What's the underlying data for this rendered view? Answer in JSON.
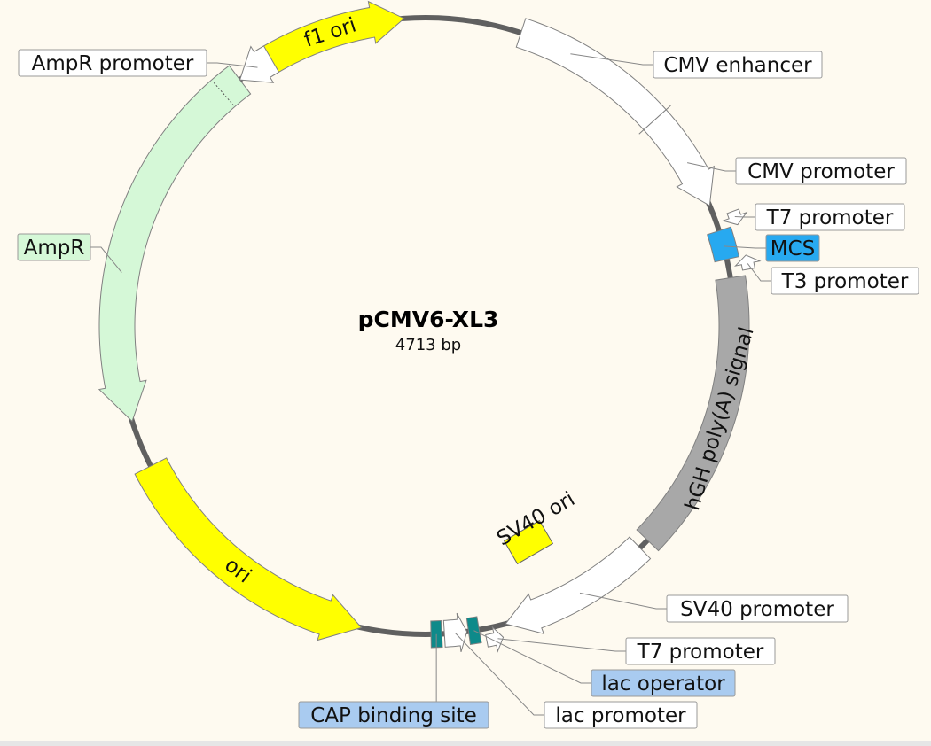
{
  "plasmid": {
    "name": "pCMV6-XL3",
    "size_text": "4713 bp",
    "length": 4713
  },
  "colors": {
    "background": "#fefaf0",
    "backbone": "#606060",
    "yellow": "#ffff00",
    "white": "#ffffff",
    "light_green": "#d5f8d7",
    "gray": "#a8a8a8",
    "blue": "#27a9f0",
    "teal": "#0e8a8a",
    "label_blue": "#a9cbf0"
  },
  "features": [
    {
      "id": "f1-ori",
      "name": "f1 ori",
      "start_angle": -32,
      "end_angle": -4,
      "direction": 1,
      "shape": "arrow",
      "color": "#ffff00",
      "label_inside": true
    },
    {
      "id": "cmv-enhancer",
      "name": "CMV enhancer",
      "start_angle": 18,
      "end_angle": 48,
      "direction": 1,
      "shape": "arrow",
      "color": "#ffffff"
    },
    {
      "id": "cmv-promoter",
      "name": "CMV promoter",
      "start_angle": 48,
      "end_angle": 67,
      "direction": 1,
      "shape": "arrow",
      "color": "#ffffff"
    },
    {
      "id": "t7-promoter-1",
      "name": "T7 promoter",
      "start_angle": 69.5,
      "end_angle": 72,
      "direction": 1,
      "shape": "arrow",
      "color": "#ffffff"
    },
    {
      "id": "mcs",
      "name": "MCS",
      "start_angle": 72,
      "end_angle": 77.5,
      "direction": 0,
      "shape": "box",
      "color": "#27a9f0"
    },
    {
      "id": "t3-promoter",
      "name": "T3 promoter",
      "start_angle": 77.5,
      "end_angle": 80,
      "direction": -1,
      "shape": "arrow",
      "color": "#ffffff"
    },
    {
      "id": "hgh-polya",
      "name": "hGH poly(A) signal",
      "start_angle": 81,
      "end_angle": 134,
      "direction": 0,
      "shape": "box",
      "color": "#a8a8a8",
      "label_inside": true
    },
    {
      "id": "sv40-promoter",
      "name": "SV40 promoter",
      "start_angle": 136,
      "end_angle": 165,
      "direction": 1,
      "shape": "arrow",
      "color": "#ffffff"
    },
    {
      "id": "t7-promoter-2",
      "name": "T7 promoter",
      "start_angle": 166,
      "end_angle": 169,
      "direction": -1,
      "shape": "arrow",
      "color": "#ffffff"
    },
    {
      "id": "lac-operator",
      "name": "lac operator",
      "start_angle": 170,
      "end_angle": 172,
      "direction": 0,
      "shape": "box",
      "color": "#0e8a8a"
    },
    {
      "id": "lac-promoter",
      "name": "lac promoter",
      "start_angle": 172.3,
      "end_angle": 176.5,
      "direction": -1,
      "shape": "arrow",
      "color": "#ffffff"
    },
    {
      "id": "cap-binding-site",
      "name": "CAP binding site",
      "start_angle": 177,
      "end_angle": 179,
      "direction": 0,
      "shape": "box",
      "color": "#0e8a8a"
    },
    {
      "id": "ori",
      "name": "ori",
      "start_angle": 192,
      "end_angle": 243,
      "direction": -1,
      "shape": "arrow",
      "color": "#ffff00",
      "label_inside": true
    },
    {
      "id": "ampr",
      "name": "AmpR",
      "start_angle": 252,
      "end_angle": 323,
      "direction": -1,
      "shape": "arrow",
      "color": "#d5f8d7"
    },
    {
      "id": "ampr-promoter",
      "name": "AmpR promoter",
      "start_angle": 323,
      "end_angle": 330,
      "direction": -1,
      "shape": "arrow",
      "color": "#ffffff"
    }
  ],
  "labels": [
    {
      "id": "ampr-promoter",
      "text": "AmpR promoter",
      "style": "plain"
    },
    {
      "id": "cmv-enhancer",
      "text": "CMV enhancer",
      "style": "plain"
    },
    {
      "id": "cmv-promoter",
      "text": "CMV promoter",
      "style": "plain"
    },
    {
      "id": "t7-promoter-1",
      "text": "T7 promoter",
      "style": "plain"
    },
    {
      "id": "mcs",
      "text": "MCS",
      "style": "blue"
    },
    {
      "id": "t3-promoter",
      "text": "T3 promoter",
      "style": "plain"
    },
    {
      "id": "ampr",
      "text": "AmpR",
      "style": "green"
    },
    {
      "id": "sv40-promoter",
      "text": "SV40 promoter",
      "style": "plain"
    },
    {
      "id": "t7-promoter-2",
      "text": "T7 promoter",
      "style": "plain"
    },
    {
      "id": "lac-operator",
      "text": "lac operator",
      "style": "lightblue"
    },
    {
      "id": "lac-promoter",
      "text": "lac promoter",
      "style": "plain"
    },
    {
      "id": "cap-binding-site",
      "text": "CAP binding site",
      "style": "lightblue"
    }
  ],
  "sv40_ori": {
    "text": "SV40 ori"
  }
}
